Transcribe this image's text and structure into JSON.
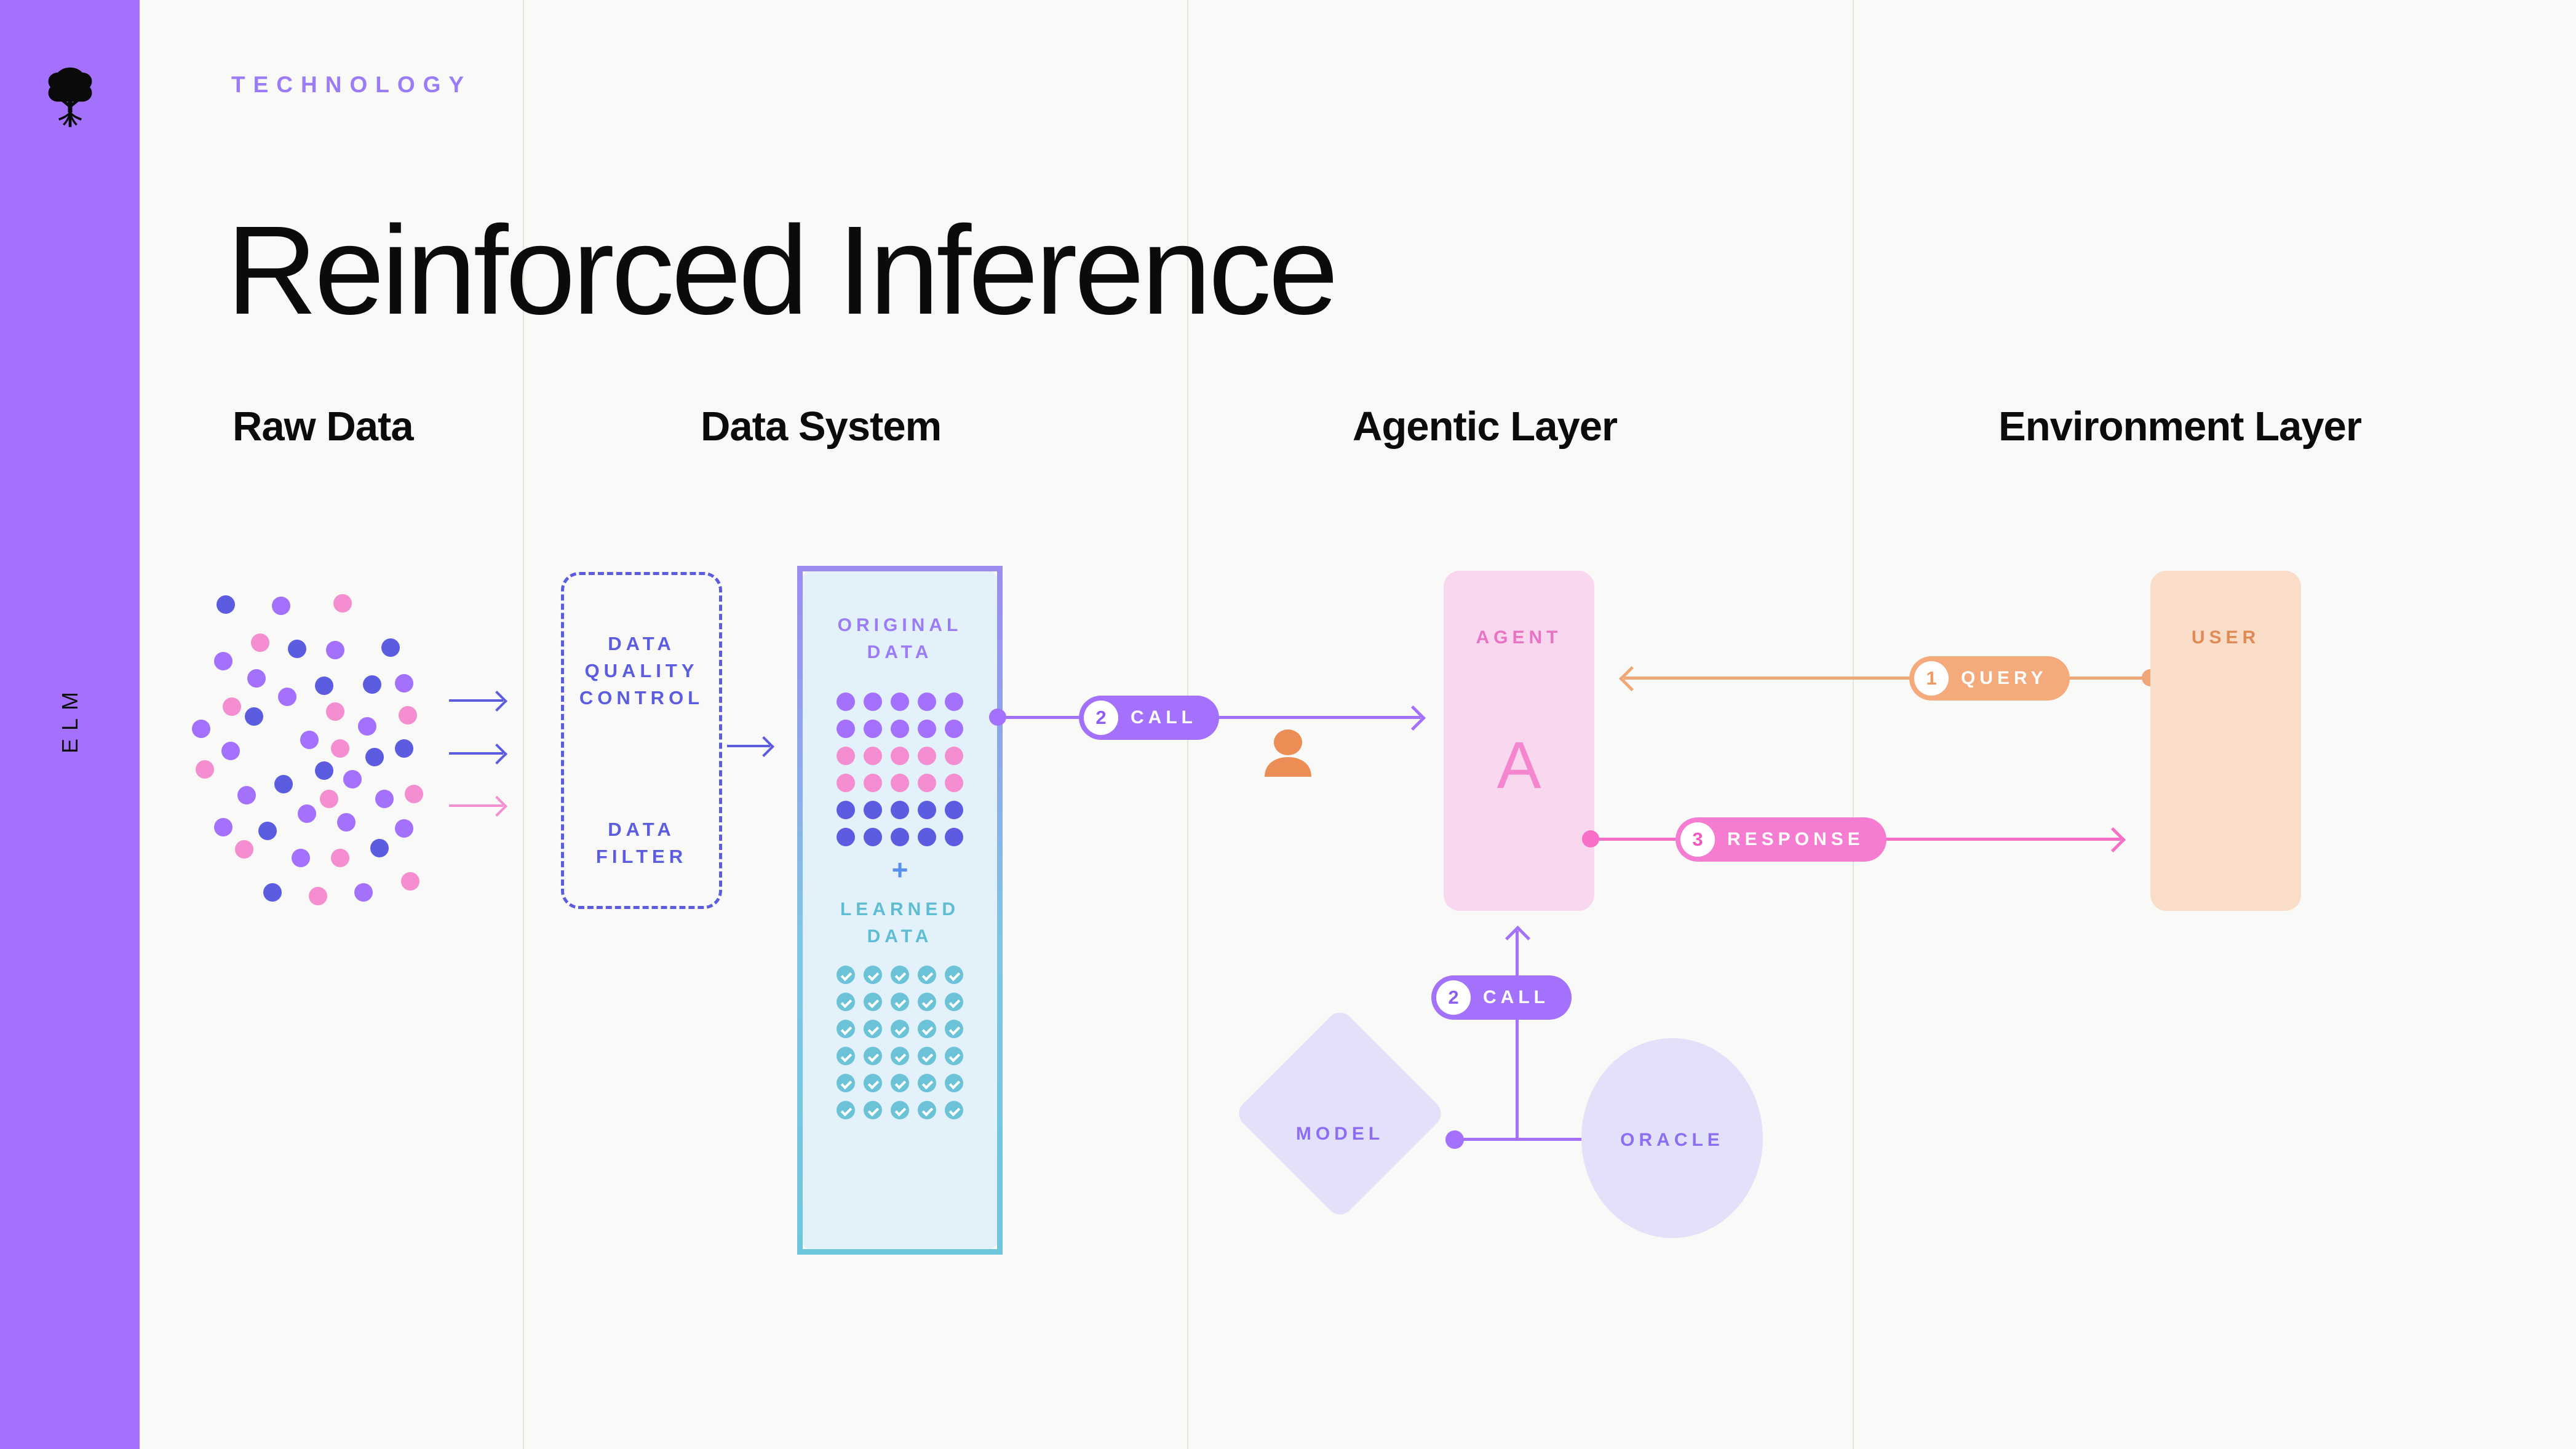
{
  "sidebar": {
    "brand": "ELM",
    "logo_icon": "tree-icon",
    "bg": "#a371fb"
  },
  "header": {
    "eyebrow": "TECHNOLOGY",
    "title": "Reinforced Inference"
  },
  "columns": [
    {
      "id": "raw-data",
      "heading": "Raw Data"
    },
    {
      "id": "data-system",
      "heading": "Data System"
    },
    {
      "id": "agentic-layer",
      "heading": "Agentic Layer"
    },
    {
      "id": "environment-layer",
      "heading": "Environment Layer"
    }
  ],
  "raw_data": {
    "dot_colors": {
      "purple": "#a371fb",
      "blue": "#5c5ce0",
      "pink": "#f48ed0"
    },
    "arrow_colors": [
      "#5c5ce0",
      "#5c5ce0",
      "#f48ed0"
    ],
    "dots": [
      [
        62,
        38,
        "blue"
      ],
      [
        152,
        40,
        "purple"
      ],
      [
        252,
        36,
        "pink"
      ],
      [
        118,
        100,
        "pink"
      ],
      [
        178,
        110,
        "blue"
      ],
      [
        240,
        112,
        "purple"
      ],
      [
        330,
        108,
        "blue"
      ],
      [
        58,
        130,
        "purple"
      ],
      [
        112,
        158,
        "purple"
      ],
      [
        222,
        170,
        "blue"
      ],
      [
        300,
        168,
        "blue"
      ],
      [
        352,
        166,
        "purple"
      ],
      [
        162,
        188,
        "purple"
      ],
      [
        72,
        204,
        "pink"
      ],
      [
        240,
        212,
        "pink"
      ],
      [
        358,
        218,
        "pink"
      ],
      [
        108,
        220,
        "blue"
      ],
      [
        22,
        240,
        "purple"
      ],
      [
        292,
        236,
        "purple"
      ],
      [
        198,
        258,
        "purple"
      ],
      [
        248,
        272,
        "pink"
      ],
      [
        352,
        272,
        "blue"
      ],
      [
        70,
        276,
        "purple"
      ],
      [
        304,
        286,
        "blue"
      ],
      [
        28,
        306,
        "pink"
      ],
      [
        222,
        308,
        "blue"
      ],
      [
        156,
        330,
        "blue"
      ],
      [
        96,
        348,
        "purple"
      ],
      [
        268,
        322,
        "purple"
      ],
      [
        230,
        354,
        "pink"
      ],
      [
        320,
        354,
        "purple"
      ],
      [
        368,
        346,
        "pink"
      ],
      [
        194,
        378,
        "purple"
      ],
      [
        258,
        392,
        "purple"
      ],
      [
        58,
        400,
        "purple"
      ],
      [
        130,
        406,
        "blue"
      ],
      [
        352,
        402,
        "purple"
      ],
      [
        92,
        436,
        "pink"
      ],
      [
        184,
        450,
        "purple"
      ],
      [
        248,
        450,
        "pink"
      ],
      [
        312,
        434,
        "blue"
      ],
      [
        138,
        506,
        "blue"
      ],
      [
        212,
        512,
        "pink"
      ],
      [
        286,
        506,
        "purple"
      ],
      [
        362,
        488,
        "pink"
      ]
    ]
  },
  "data_system": {
    "quality_control": {
      "lines": [
        "DATA",
        "QUALITY",
        "CONTROL"
      ],
      "color": "#5c5ce0",
      "style": "dashed"
    },
    "data_filter": {
      "lines": [
        "DATA",
        "FILTER"
      ],
      "color": "#5c5ce0"
    },
    "store": {
      "original": {
        "label_lines": [
          "ORIGINAL",
          "DATA"
        ],
        "label_color": "#9b7cf6",
        "rows": 6,
        "cols": 5,
        "row_colors": [
          "#a371fb",
          "#a371fb",
          "#f48ed0",
          "#f48ed0",
          "#5c5ce0",
          "#5c5ce0"
        ]
      },
      "plus_symbol": "+",
      "learned": {
        "label_lines": [
          "LEARNED",
          "DATA"
        ],
        "label_color": "#5ebdd3",
        "rows": 6,
        "cols": 5,
        "dot_color": "#6cc3d8",
        "glyph": "check-icon"
      },
      "bg": "#e3f1fa"
    }
  },
  "agentic": {
    "call_to_agent": {
      "num": "2",
      "label": "CALL",
      "color": "#a371fb"
    },
    "agent": {
      "label": "AGENT",
      "glyph": "A",
      "bg": "#f8d7ef",
      "text_color": "#ea72c4"
    },
    "call_to_tools": {
      "num": "2",
      "label": "CALL",
      "color": "#a371fb"
    },
    "model": {
      "label": "MODEL",
      "shape": "diamond",
      "bg": "#e2e1f9",
      "text_color": "#8d6df3"
    },
    "oracle": {
      "label": "ORACLE",
      "shape": "ellipse",
      "bg": "#e2e1f9",
      "text_color": "#8d6df3"
    }
  },
  "environment": {
    "query": {
      "num": "1",
      "label": "QUERY",
      "color": "#f5aa7c",
      "direction": "left"
    },
    "response": {
      "num": "3",
      "label": "RESPONSE",
      "color": "#f57cd0",
      "direction": "right"
    },
    "user": {
      "label": "USER",
      "icon": "person-icon",
      "bg": "#f9ddc9",
      "text_color": "#e08a55"
    }
  }
}
